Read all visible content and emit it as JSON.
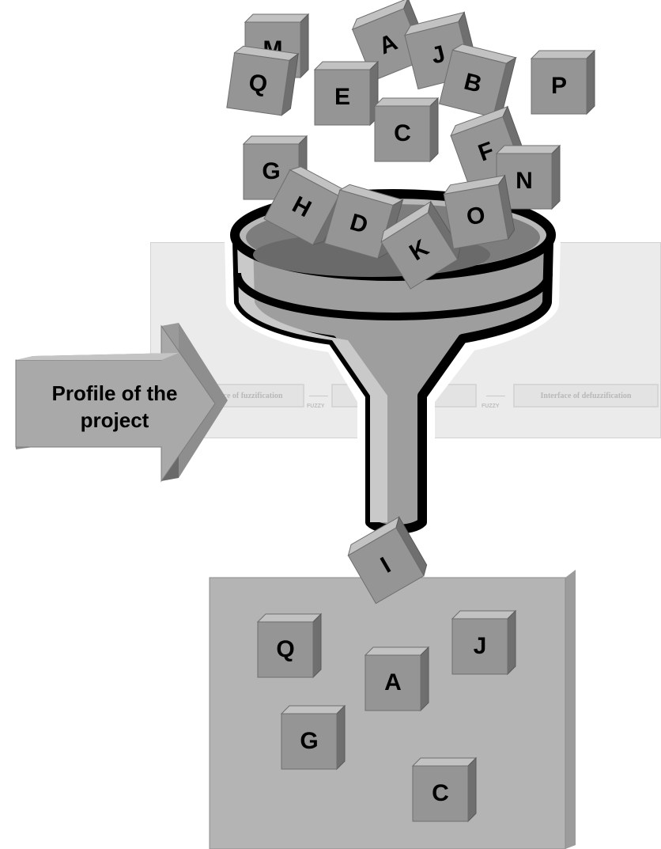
{
  "flow": {
    "box_fuzzification": "Interface of fuzzification",
    "box_defuzzification": "Interface of defuzzification",
    "fuzzy_label_1": "FUZZY",
    "fuzzy_label_2": "FUZZY"
  },
  "arrow": {
    "label": "Profile of the project"
  },
  "incoming_letters": [
    "M",
    "Q",
    "A",
    "J",
    "B",
    "P",
    "E",
    "C",
    "F",
    "N",
    "G",
    "H",
    "D",
    "K",
    "O"
  ],
  "falling_letter": "I",
  "selected_letters": [
    "Q",
    "J",
    "A",
    "G",
    "C"
  ]
}
